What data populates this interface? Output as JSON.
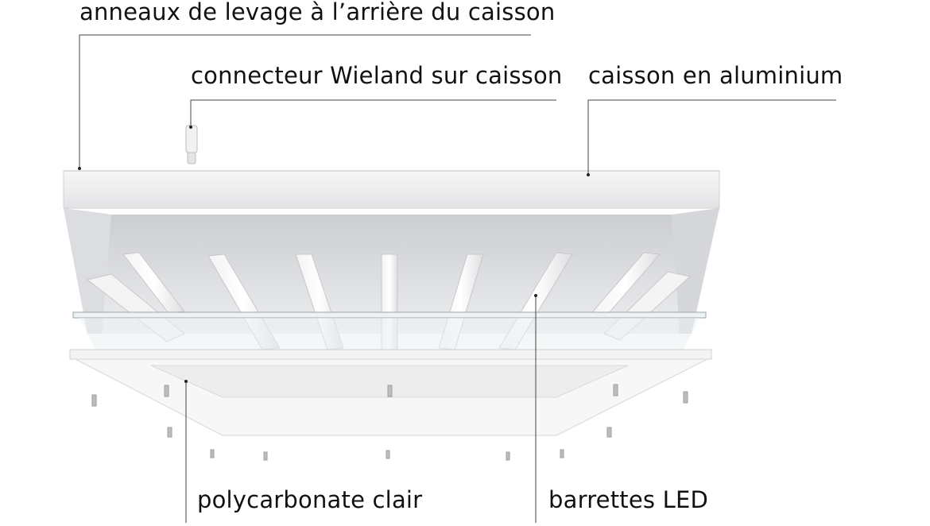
{
  "labels": {
    "lifting_rings": "anneaux de levage à l’arrière du caisson",
    "wieland_connector": "connecteur Wieland sur caisson",
    "aluminium_housing": "caisson en aluminium",
    "clear_polycarbonate": "polycarbonate clair",
    "led_strips": "barrettes LED"
  }
}
